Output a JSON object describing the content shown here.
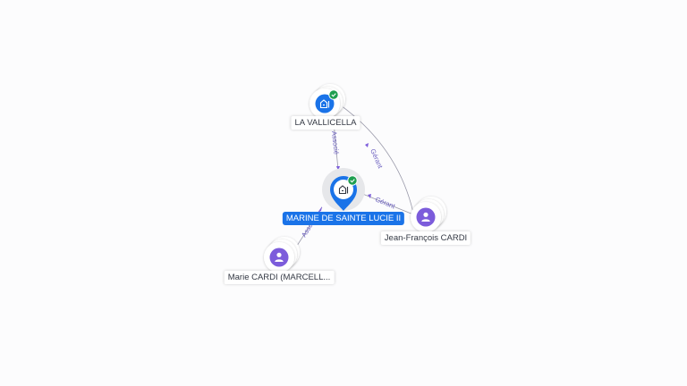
{
  "colors": {
    "company": "#1a73e8",
    "person": "#7c5cdb",
    "edge": "#9a9aaa",
    "edge_label": "#6b5fbf",
    "verified": "#1e9e4f"
  },
  "nodes": {
    "vallicella": {
      "label": "LA VALLICELLA",
      "icon": "company-icon",
      "verified": true
    },
    "marine": {
      "label": "MARINE DE SAINTE LUCIE II",
      "icon": "company-icon",
      "verified": true
    },
    "jean": {
      "label": "Jean-François CARDI",
      "icon": "person-icon"
    },
    "marie": {
      "label": "Marie CARDI (MARCELL...",
      "icon": "person-icon"
    }
  },
  "edges": {
    "vallicella_marine": "Associé",
    "jean_vallicella": "Gérant",
    "jean_marine": "Gérant",
    "marie_marine": "Associé"
  }
}
